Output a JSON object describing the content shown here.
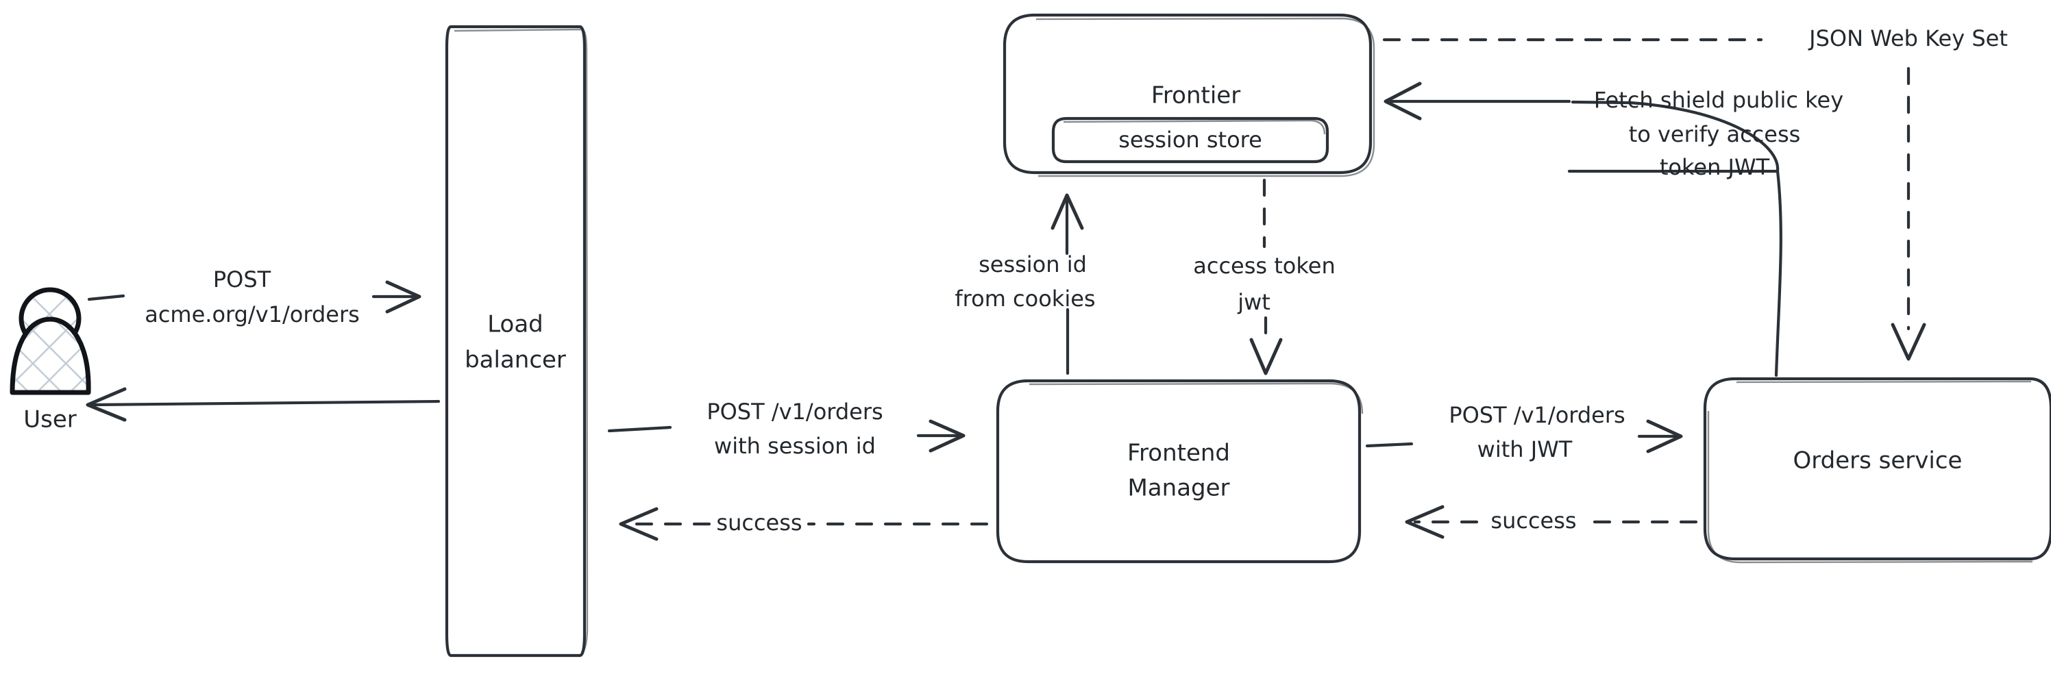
{
  "diagram": {
    "title": "Auth flow: user request through load balancer, frontend manager, session store and orders service",
    "style": "hand-drawn whiteboard",
    "background_color": "#ffffff",
    "stroke_color": "#2b3137",
    "hatch_color": "#c3ccd6",
    "nodes": [
      {
        "id": "user",
        "label": "User",
        "shape": "person-icon"
      },
      {
        "id": "load_balancer",
        "label_line1": "Load",
        "label_line2": "balancer",
        "shape": "tall-rounded-rect"
      },
      {
        "id": "frontier",
        "label": "Frontier",
        "shape": "rounded-rect"
      },
      {
        "id": "session_store",
        "label": "session store",
        "shape": "rounded-rect-inner"
      },
      {
        "id": "frontend_mgr",
        "label_line1": "Frontend",
        "label_line2": "Manager",
        "shape": "rounded-rect"
      },
      {
        "id": "orders",
        "label": "Orders service",
        "shape": "rounded-rect"
      }
    ],
    "edges": [
      {
        "id": "e1",
        "from": "user",
        "to": "load_balancer",
        "label_line1": "POST",
        "label_line2": "acme.org/v1/orders",
        "style": "solid",
        "direction": "right"
      },
      {
        "id": "e2",
        "from": "load_balancer",
        "to": "user",
        "label": "",
        "style": "solid",
        "direction": "left"
      },
      {
        "id": "e3",
        "from": "load_balancer",
        "to": "frontend_mgr",
        "label_line1": "POST /v1/orders",
        "label_line2": "with session id",
        "style": "solid",
        "direction": "right"
      },
      {
        "id": "e4",
        "from": "frontend_mgr",
        "to": "load_balancer",
        "label": "success",
        "style": "dashed",
        "direction": "left"
      },
      {
        "id": "e5",
        "from": "frontend_mgr",
        "to": "frontier",
        "label_line1": "session id",
        "label_line2": "from cookies",
        "style": "solid",
        "direction": "up"
      },
      {
        "id": "e6",
        "from": "frontier",
        "to": "frontend_mgr",
        "label_line1": "access token",
        "label_line2": "jwt",
        "style": "dashed",
        "direction": "down"
      },
      {
        "id": "e7",
        "from": "frontend_mgr",
        "to": "orders",
        "label_line1": "POST /v1/orders",
        "label_line2": "with JWT",
        "style": "solid",
        "direction": "right"
      },
      {
        "id": "e8",
        "from": "orders",
        "to": "frontend_mgr",
        "label": "success",
        "style": "dashed",
        "direction": "left"
      },
      {
        "id": "e9",
        "from": "orders",
        "to": "frontier",
        "label_line1": "Fetch shield public key",
        "label_line2": "to verify access",
        "label_line3": "token JWT",
        "style": "solid",
        "direction": "left-curved"
      },
      {
        "id": "e10",
        "from": "frontier",
        "to": "orders",
        "label": "JSON Web Key Set",
        "style": "dashed",
        "direction": "down-curved"
      }
    ]
  }
}
